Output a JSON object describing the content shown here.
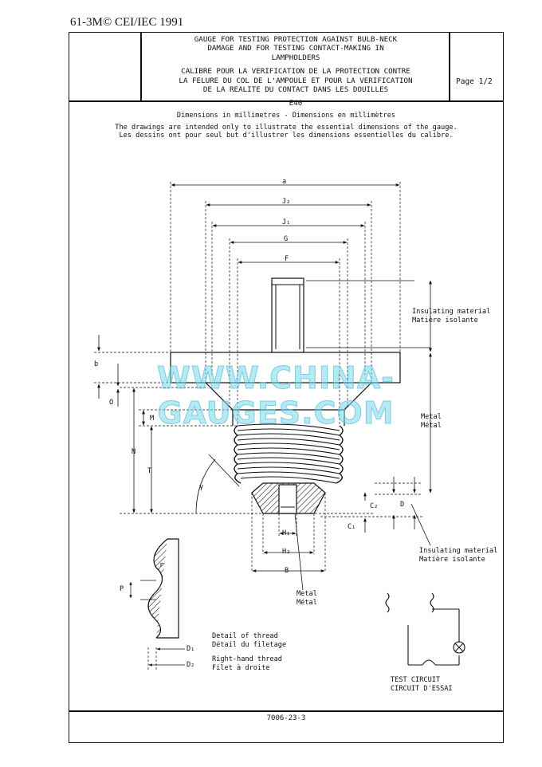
{
  "header": {
    "standard": "61-3M© CEI/IEC 1991",
    "title_en": [
      "GAUGE FOR TESTING PROTECTION AGAINST BULB-NECK",
      "DAMAGE AND FOR TESTING CONTACT-MAKING IN",
      "LAMPHOLDERS"
    ],
    "title_fr": [
      "CALIBRE POUR LA VERIFICATION DE LA PROTECTION CONTRE",
      "LA FELURE DU COL DE L'AMPOULE ET POUR LA VERIFICATION",
      "DE LA REALITE DU CONTACT DANS LES DOUILLES"
    ],
    "code": "E40",
    "page": "Page 1/2"
  },
  "notes": {
    "dimensions": "Dimensions in millimetres - Dimensions en millimètres",
    "line_en": "The drawings are intended only to illustrate the essential dimensions of the gauge.",
    "line_fr": "Les dessins ont pour seul but d'illustrer les dimensions essentielles du calibre."
  },
  "dimension_labels": {
    "a": "a",
    "J2": "J₂",
    "J1": "J₁",
    "G": "G",
    "F": "F",
    "b": "b",
    "O": "O",
    "M": "M",
    "N": "N",
    "T": "T",
    "gamma": "γ",
    "H1": "H₁",
    "H2": "H₂",
    "B": "B",
    "C1": "C₁",
    "C2": "C₂",
    "D": "D",
    "P": "P",
    "r": "r",
    "D1": "D₁",
    "D2": "D₂"
  },
  "materials": {
    "insulating_1": [
      "Insulating material",
      "Matière isolante"
    ],
    "metal_1": [
      "Metal",
      "Métal"
    ],
    "insulating_2": [
      "Insulating material",
      "Matière isolante"
    ],
    "metal_2": [
      "Metal",
      "Métal"
    ]
  },
  "detail": {
    "thread": [
      "Detail of thread",
      "Détail du filetage"
    ],
    "right_hand": [
      "Right-hand thread",
      "Filet à droite"
    ]
  },
  "circuit": {
    "label": [
      "TEST CIRCUIT",
      "CIRCUIT D'ESSAI"
    ]
  },
  "footer": {
    "ref": "7006-23-3"
  },
  "watermark": "WWW.CHINA-GAUGES.COM"
}
